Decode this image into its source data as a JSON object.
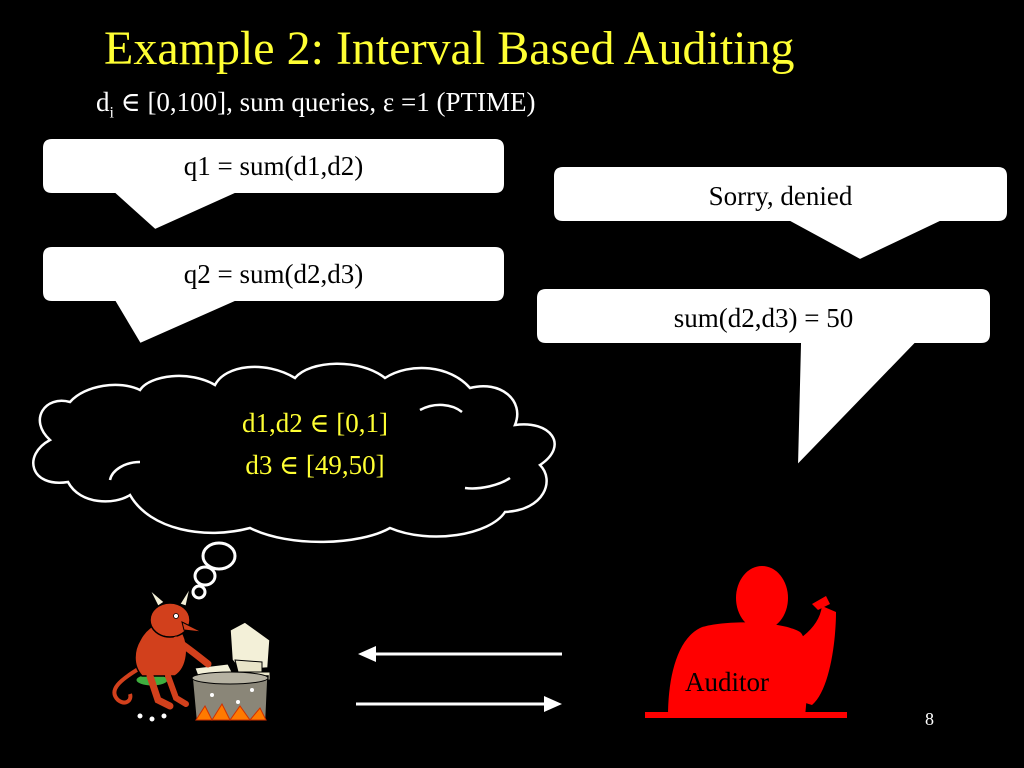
{
  "slide": {
    "title": "Example 2: Interval Based Auditing",
    "subtitle": {
      "prefix": "d",
      "subscript": "i",
      "rest": " ∈ [0,100], sum queries, ε =1 (PTIME)"
    },
    "page_number": "8"
  },
  "queries": [
    {
      "text": "q1 = sum(d1,d2)"
    },
    {
      "text": "q2 = sum(d2,d3)"
    }
  ],
  "responses": [
    {
      "text": "Sorry, denied"
    },
    {
      "text": "sum(d2,d3) = 50"
    }
  ],
  "thought_cloud": {
    "line1": "d1,d2 ∈ [0,1]",
    "line2": "d3 ∈ [49,50]"
  },
  "auditor": {
    "label": "Auditor"
  },
  "icons": {
    "attacker": "devil-at-computer-icon",
    "auditor": "auditor-silhouette-icon",
    "arrow_left": "arrow-left-icon",
    "arrow_right": "arrow-right-icon"
  },
  "colors": {
    "background": "#000000",
    "title": "#ffff33",
    "bubble_fill": "#ffffff",
    "auditor_red": "#ff0000",
    "devil_red": "#d2401c"
  }
}
